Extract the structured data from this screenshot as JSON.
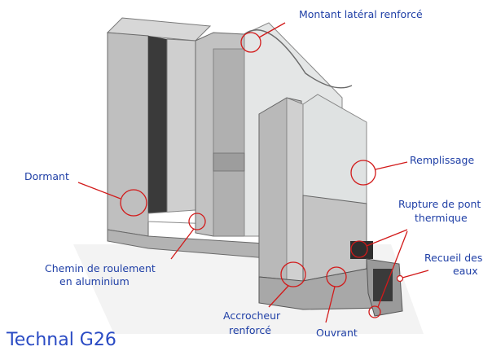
{
  "brand": {
    "title": "Technal G26"
  },
  "labels": {
    "montant": "Montant latéral renforcé",
    "remplissage": "Remplissage",
    "dormant": "Dormant",
    "rupture_line1": "Rupture de pont",
    "rupture_line2": "thermique",
    "recueil_line1": "Recueil des",
    "recueil_line2": "eaux",
    "chemin_line1": "Chemin de roulement",
    "chemin_line2": "en aluminium",
    "accrocheur_line1": "Accrocheur",
    "accrocheur_line2": "renforcé",
    "ouvrant": "Ouvrant"
  },
  "colors": {
    "label_text": "#1f3fa6",
    "brand_text": "#2a4bc4",
    "leader_line": "#d21a1a",
    "frame_light": "#c9c9c9",
    "frame_mid": "#a9a9a9",
    "frame_dark": "#6e6e6e",
    "glass": "#e4e6e6"
  }
}
